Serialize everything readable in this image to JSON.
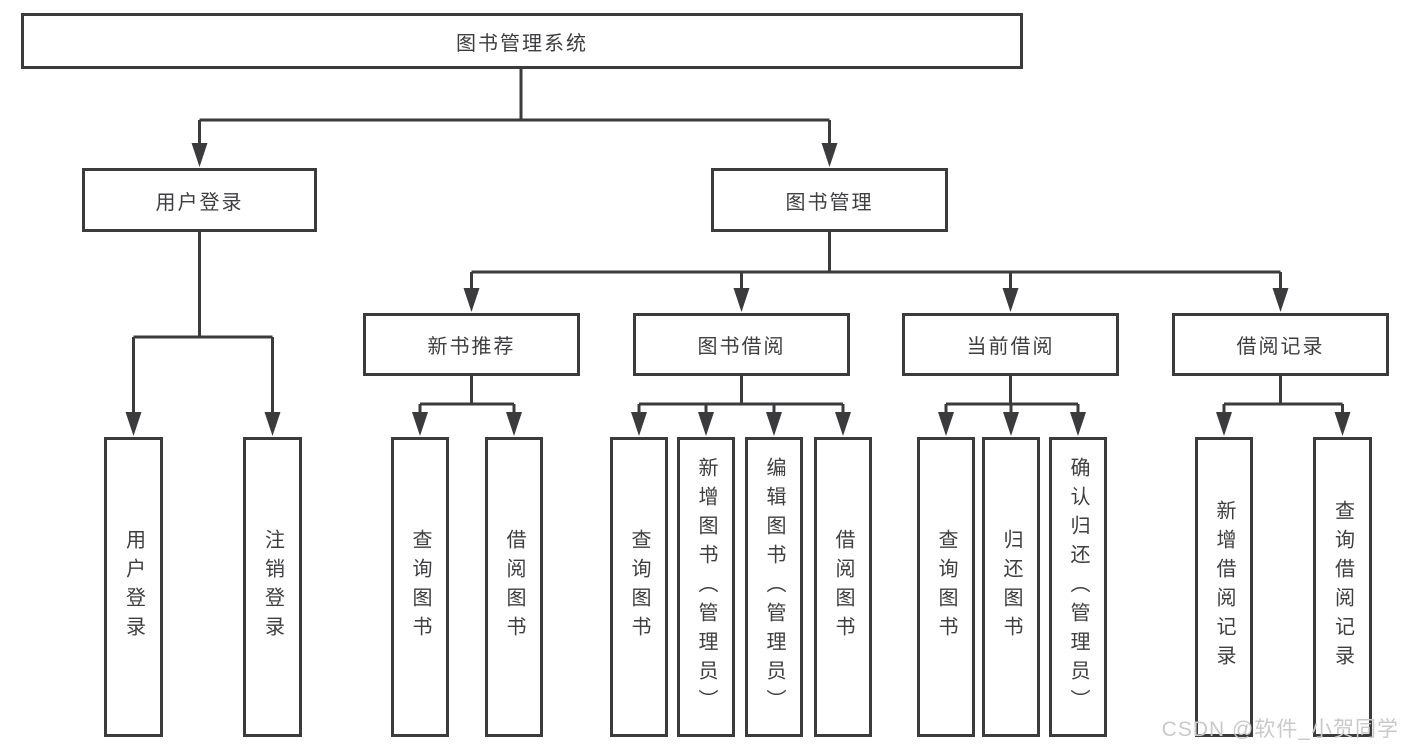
{
  "tree": {
    "root": {
      "label": "图书管理系统"
    },
    "branches": [
      {
        "label": "用户登录",
        "children": [
          {
            "label": "用户登录"
          },
          {
            "label": "注销登录"
          }
        ]
      },
      {
        "label": "图书管理",
        "children": [
          {
            "label": "新书推荐",
            "children": [
              {
                "label": "查询图书"
              },
              {
                "label": "借阅图书"
              }
            ]
          },
          {
            "label": "图书借阅",
            "children": [
              {
                "label": "查询图书"
              },
              {
                "label": "新增图书（管理员）"
              },
              {
                "label": "编辑图书（管理员）"
              },
              {
                "label": "借阅图书"
              }
            ]
          },
          {
            "label": "当前借阅",
            "children": [
              {
                "label": "查询图书"
              },
              {
                "label": "归还图书"
              },
              {
                "label": "确认归还（管理员）"
              }
            ]
          },
          {
            "label": "借阅记录",
            "children": [
              {
                "label": "新增借阅记录"
              },
              {
                "label": "查询借阅记录"
              }
            ]
          }
        ]
      }
    ]
  },
  "watermark": "CSDN @软件_小贺同学",
  "colors": {
    "line": "#3b3b3d",
    "text": "#3e3e40",
    "box_background": "#ffffff",
    "watermark": "#c9c9c9"
  }
}
